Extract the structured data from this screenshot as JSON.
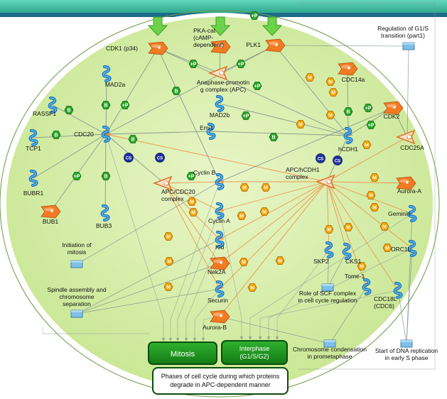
{
  "colors": {
    "membrane": "#3fbfa0",
    "membrane_dark": "#1e6b8a",
    "cell_fill": "#d9efae",
    "cell_edge": "#ffffff",
    "line": "#7a8b8a",
    "green_arrow": "#6cd24a",
    "enzyme": "#f27a22",
    "protein": "#2b8fd6",
    "badge_b": "#2aa52a",
    "badge_m": "#f5a300",
    "badge_p": "#2aa52a",
    "badge_cs": "#1f2f9a",
    "process": "#6ab2e0",
    "phase_fill": "#1d9a1d"
  },
  "icons": {
    "enzyme": "enzyme-icon",
    "protein": "protein-icon",
    "process": "process-icon",
    "badge": "regulation-badge-icon"
  },
  "nodes": {
    "cdk1": "CDK1 (p34)",
    "pka": "PKA-cat\n(cAMP-\ndependent)",
    "plk1": "PLK1",
    "apc": "Anaphase-promotin\ng complex (APC)",
    "cdc14a": "CDC14a",
    "mad2a": "MAD2a",
    "rassf1": "RASSF1",
    "mad2b": "MAD2b",
    "cdk2": "CDK2",
    "tcp1": "TCP1",
    "cdc20": "CDC20",
    "emi1": "Emi1",
    "hcdh1": "hCDH1",
    "cdc25a": "CDC25A",
    "bubr1": "BUBR1",
    "apc_cdc20": "APC/CDC20\ncomplex",
    "cyclin_b": "Cyclin B",
    "apc_hcdh1": "APC/hCDH1\ncomplex",
    "aurora_a": "Aurora-A",
    "bub1": "BUB1",
    "bub3": "BUB3",
    "cyclin_a": "Cyclin A",
    "geminin": "Geminin",
    "kid": "Kid",
    "orc1l": "ORC1L",
    "skp2": "SKP2",
    "cks1": "CKS1",
    "nek2a": "Nek2A",
    "tome1": "Tome-1",
    "securin": "Securin",
    "cdc18l": "CDC18L\n(CDC6)",
    "aurora_b": "Aurora-B"
  },
  "processes": {
    "g1s": "Regulation of G1/S\ntransition (part1)",
    "initiation": "Initiation of\nmitosis",
    "spindle": "Spindle assembly and\nchromosome\nseparation",
    "scf": "Role of SCF complex\nin cell cycle regulation",
    "condensation": "Chromosome condensation\nin prometaphase",
    "dna_rep": "Start of DNA replication\nin early S phase"
  },
  "phases": {
    "mitosis": "Mitosis",
    "interphase": "Interphase\n(G1/S/G2)",
    "footer": "Phases of cell cycle during which proteins\ndegrade in APC-dependent manner"
  },
  "badges": {
    "b": "B",
    "m": "M",
    "p": "+P",
    "cs": "CS"
  }
}
